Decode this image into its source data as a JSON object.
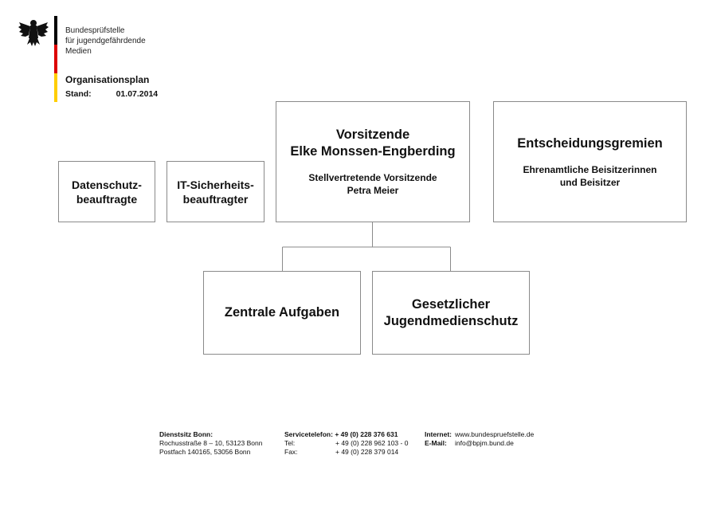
{
  "header": {
    "org_line1": "Bundesprüfstelle",
    "org_line2": "für jugendgefährdende",
    "org_line3": "Medien",
    "title": "Organisationsplan",
    "stand_label": "Stand:",
    "stand_date": "01.07.2014",
    "flag_colors": [
      "#000000",
      "#dd0000",
      "#ffce00"
    ]
  },
  "boxes": {
    "datenschutz": {
      "line1": "Datenschutz-",
      "line2": "beauftragte"
    },
    "it": {
      "line1": "IT-Sicherheits-",
      "line2": "beauftragter"
    },
    "vorsitz": {
      "title": "Vorsitzende",
      "name": "Elke Monssen-Engberding",
      "deputy_title": "Stellvertretende Vorsitzende",
      "deputy_name": "Petra Meier"
    },
    "gremien": {
      "title": "Entscheidungsgremien",
      "line1": "Ehrenamtliche Beisitzerinnen",
      "line2": "und Beisitzer"
    },
    "zentral": {
      "title": "Zentrale Aufgaben"
    },
    "jugend": {
      "line1": "Gesetzlicher",
      "line2": "Jugendmedienschutz"
    }
  },
  "footer": {
    "address": {
      "label": "Dienstsitz Bonn:",
      "street": "Rochusstraße 8 – 10, 53123 Bonn",
      "po_box": "Postfach 140165, 53056 Bonn"
    },
    "phone": {
      "service_label": "Servicetelefon:",
      "service_value": "+ 49 (0) 228 376 631",
      "tel_label": "Tel:",
      "tel_value": "+ 49 (0) 228 962 103 - 0",
      "fax_label": "Fax:",
      "fax_value": "+ 49 (0) 228 379 014"
    },
    "web": {
      "internet_label": "Internet:",
      "internet_value": "www.bundespruefstelle.de",
      "email_label": "E-Mail:",
      "email_value": "info@bpjm.bund.de"
    }
  }
}
